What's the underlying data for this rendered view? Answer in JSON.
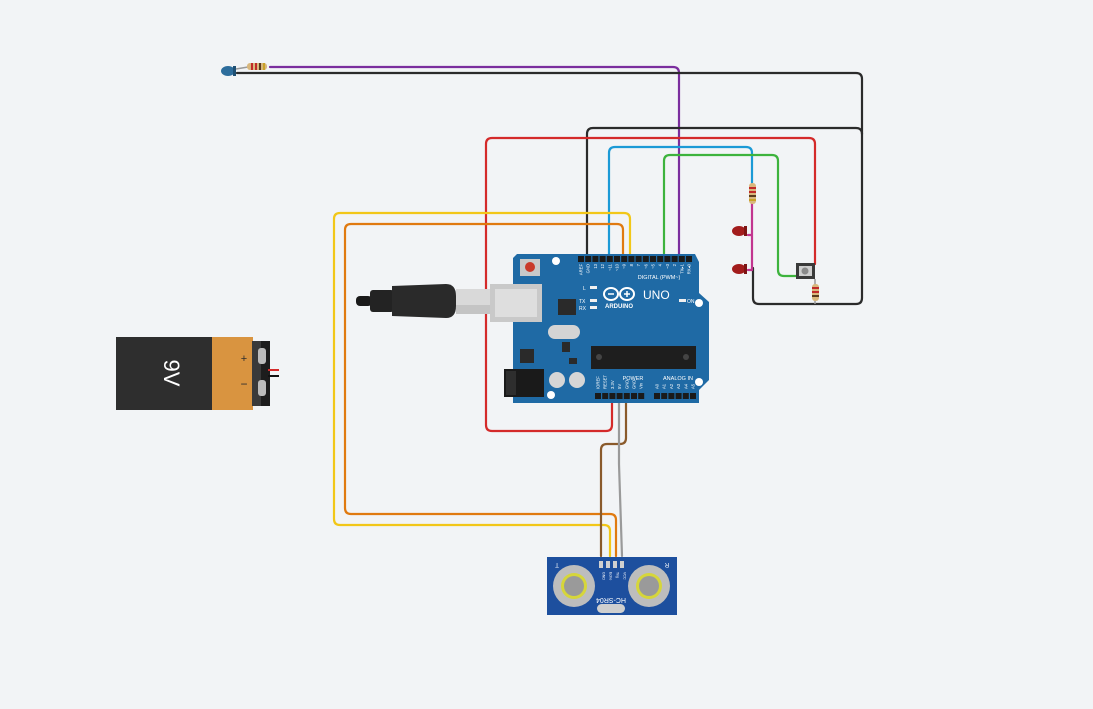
{
  "colors": {
    "background": "#f2f4f6",
    "board": "#1f6aa5",
    "wire_red": "#d42a2a",
    "wire_black": "#2b2b2b",
    "wire_yellow": "#f2c718",
    "wire_orange": "#e07a10",
    "wire_green": "#3db33d",
    "wire_blue": "#1b9ad6",
    "wire_purple": "#7b2e9e",
    "wire_brown": "#8a5a2b",
    "wire_gray": "#9a9a9a",
    "wire_magenta": "#c2358f",
    "led_red": "#a21c1c",
    "led_blue": "#2d6d9c"
  },
  "battery": {
    "label": "9V",
    "plus": "+",
    "minus": "−"
  },
  "arduino": {
    "brand": "ARDUINO",
    "model": "UNO",
    "digital_label": "DIGITAL (PWM~)",
    "power_label": "POWER",
    "analog_label": "ANALOG IN",
    "on_label": "ON",
    "tx_label": "TX",
    "rx_label": "RX",
    "l_label": "L",
    "digital_pins": [
      "AREF",
      "GND",
      "13",
      "12",
      "~11",
      "~10",
      "~9",
      "8",
      "7",
      "~6",
      "~5",
      "4",
      "~3",
      "2",
      "TX▸1",
      "RX◂0"
    ],
    "power_pins": [
      "IOREF",
      "RESET",
      "3.3V",
      "5V",
      "GND",
      "GND",
      "Vin"
    ],
    "analog_pins": [
      "A0",
      "A1",
      "A2",
      "A3",
      "A4",
      "A5"
    ]
  },
  "sensor": {
    "label": "HC-SR04",
    "left_tag": "T",
    "right_tag": "R",
    "pins": [
      "GND",
      "Echo",
      "Trig",
      "VCC"
    ]
  },
  "icons": [
    "usb-cable-icon",
    "pushbutton-icon"
  ]
}
